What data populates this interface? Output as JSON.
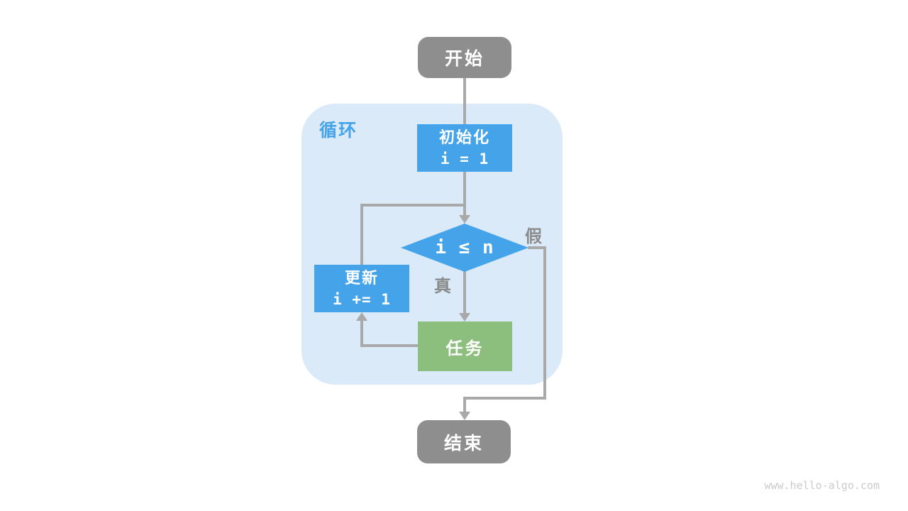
{
  "diagram": {
    "loop_label": "循环",
    "nodes": {
      "start": "开始",
      "init_label": "初始化",
      "init_code": "i = 1",
      "condition_code": "i ≤ n",
      "update_label": "更新",
      "update_code": "i += 1",
      "task": "任务",
      "end": "结束"
    },
    "branch_labels": {
      "true": "真",
      "false": "假"
    }
  },
  "watermark": "www.hello-algo.com",
  "colors": {
    "node_blue": "#45A4E9",
    "node_green": "#8CBE7E",
    "node_gray": "#8E8E8E",
    "loop_bg": "#DAEAF8",
    "line_gray": "#A9A9A9",
    "label_gray": "#8C8C8C"
  }
}
